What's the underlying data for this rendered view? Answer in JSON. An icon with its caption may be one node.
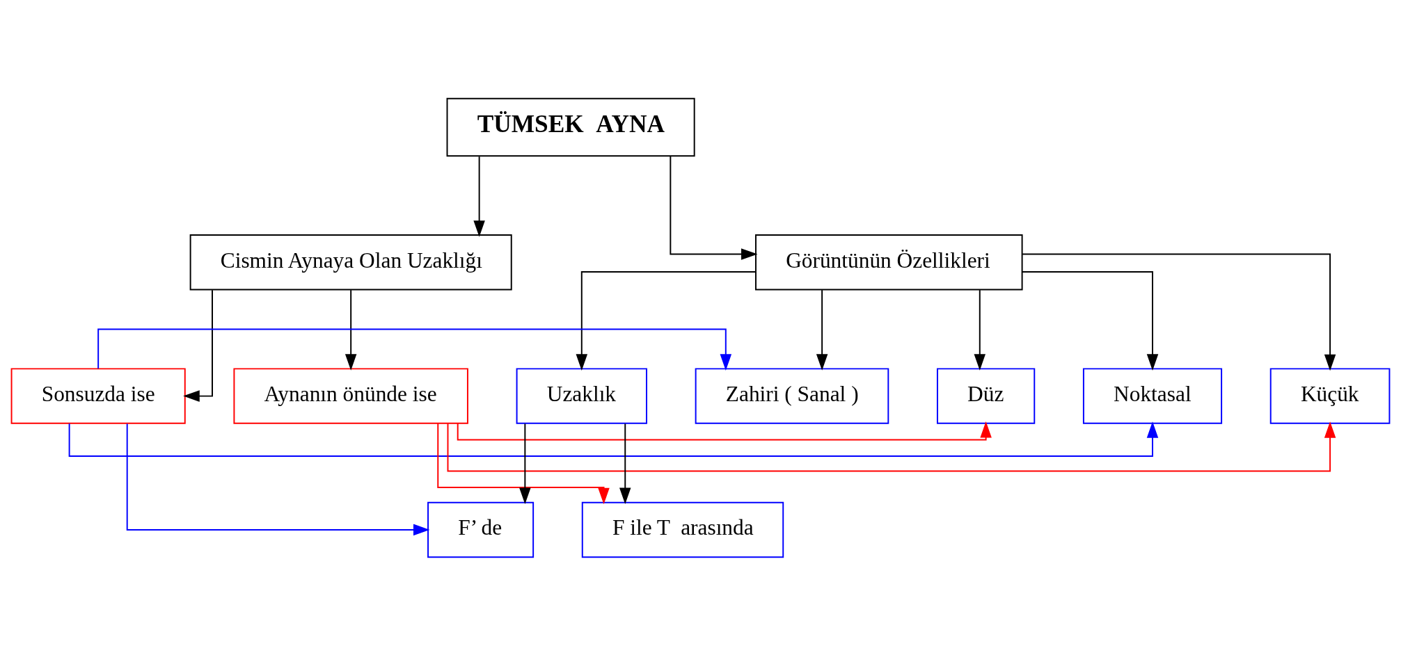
{
  "diagram": {
    "nodes": [
      {
        "text": [
          "TÜMSEK  AYNA"
        ]
      },
      {
        "text": [
          "Cismin Aynaya Olan Uzaklığı"
        ]
      },
      {
        "text": [
          "Görüntünün Özellikleri"
        ]
      },
      {
        "text": [
          "Sonsuzda ise"
        ]
      },
      {
        "text": [
          "Aynanın önünde ise"
        ]
      },
      {
        "text": [
          "Uzaklık"
        ]
      },
      {
        "text": [
          "Zahiri ( Sanal )"
        ]
      },
      {
        "text": [
          "Düz"
        ]
      },
      {
        "text": [
          "Noktasal"
        ]
      },
      {
        "text": [
          "Küçük"
        ]
      },
      {
        "text": [
          "F’ de"
        ]
      },
      {
        "text": [
          "F ile T  arasında"
        ]
      }
    ],
    "edges": [
      {
        "from": 0,
        "to": 1,
        "arrow": "to"
      },
      {
        "from": 0,
        "to": 2,
        "arrow": "to"
      },
      {
        "from": 1,
        "to": 3,
        "arrow": "to"
      },
      {
        "from": 1,
        "to": 4,
        "arrow": "to"
      },
      {
        "from": 2,
        "to": 5,
        "arrow": "to"
      },
      {
        "from": 2,
        "to": 6,
        "arrow": "to"
      },
      {
        "from": 2,
        "to": 7,
        "arrow": "to"
      },
      {
        "from": 2,
        "to": 8,
        "arrow": "to"
      },
      {
        "from": 2,
        "to": 9,
        "arrow": "to"
      },
      {
        "from": 5,
        "to": 10,
        "arrow": "to"
      },
      {
        "from": 5,
        "to": 11,
        "arrow": "to"
      },
      {
        "from": 3,
        "to": 10,
        "arrow": "to",
        "color": "#0000ff"
      },
      {
        "from": 3,
        "to": 6,
        "arrow": "to",
        "color": "#0000ff"
      },
      {
        "from": 3,
        "to": 8,
        "arrow": "to",
        "color": "#0000ff"
      },
      {
        "from": 4,
        "to": 11,
        "arrow": "to",
        "color": "#ff0000"
      },
      {
        "from": 4,
        "to": 7,
        "arrow": "to",
        "color": "#ff0000"
      },
      {
        "from": 4,
        "to": 9,
        "arrow": "to",
        "color": "#ff0000"
      }
    ]
  }
}
